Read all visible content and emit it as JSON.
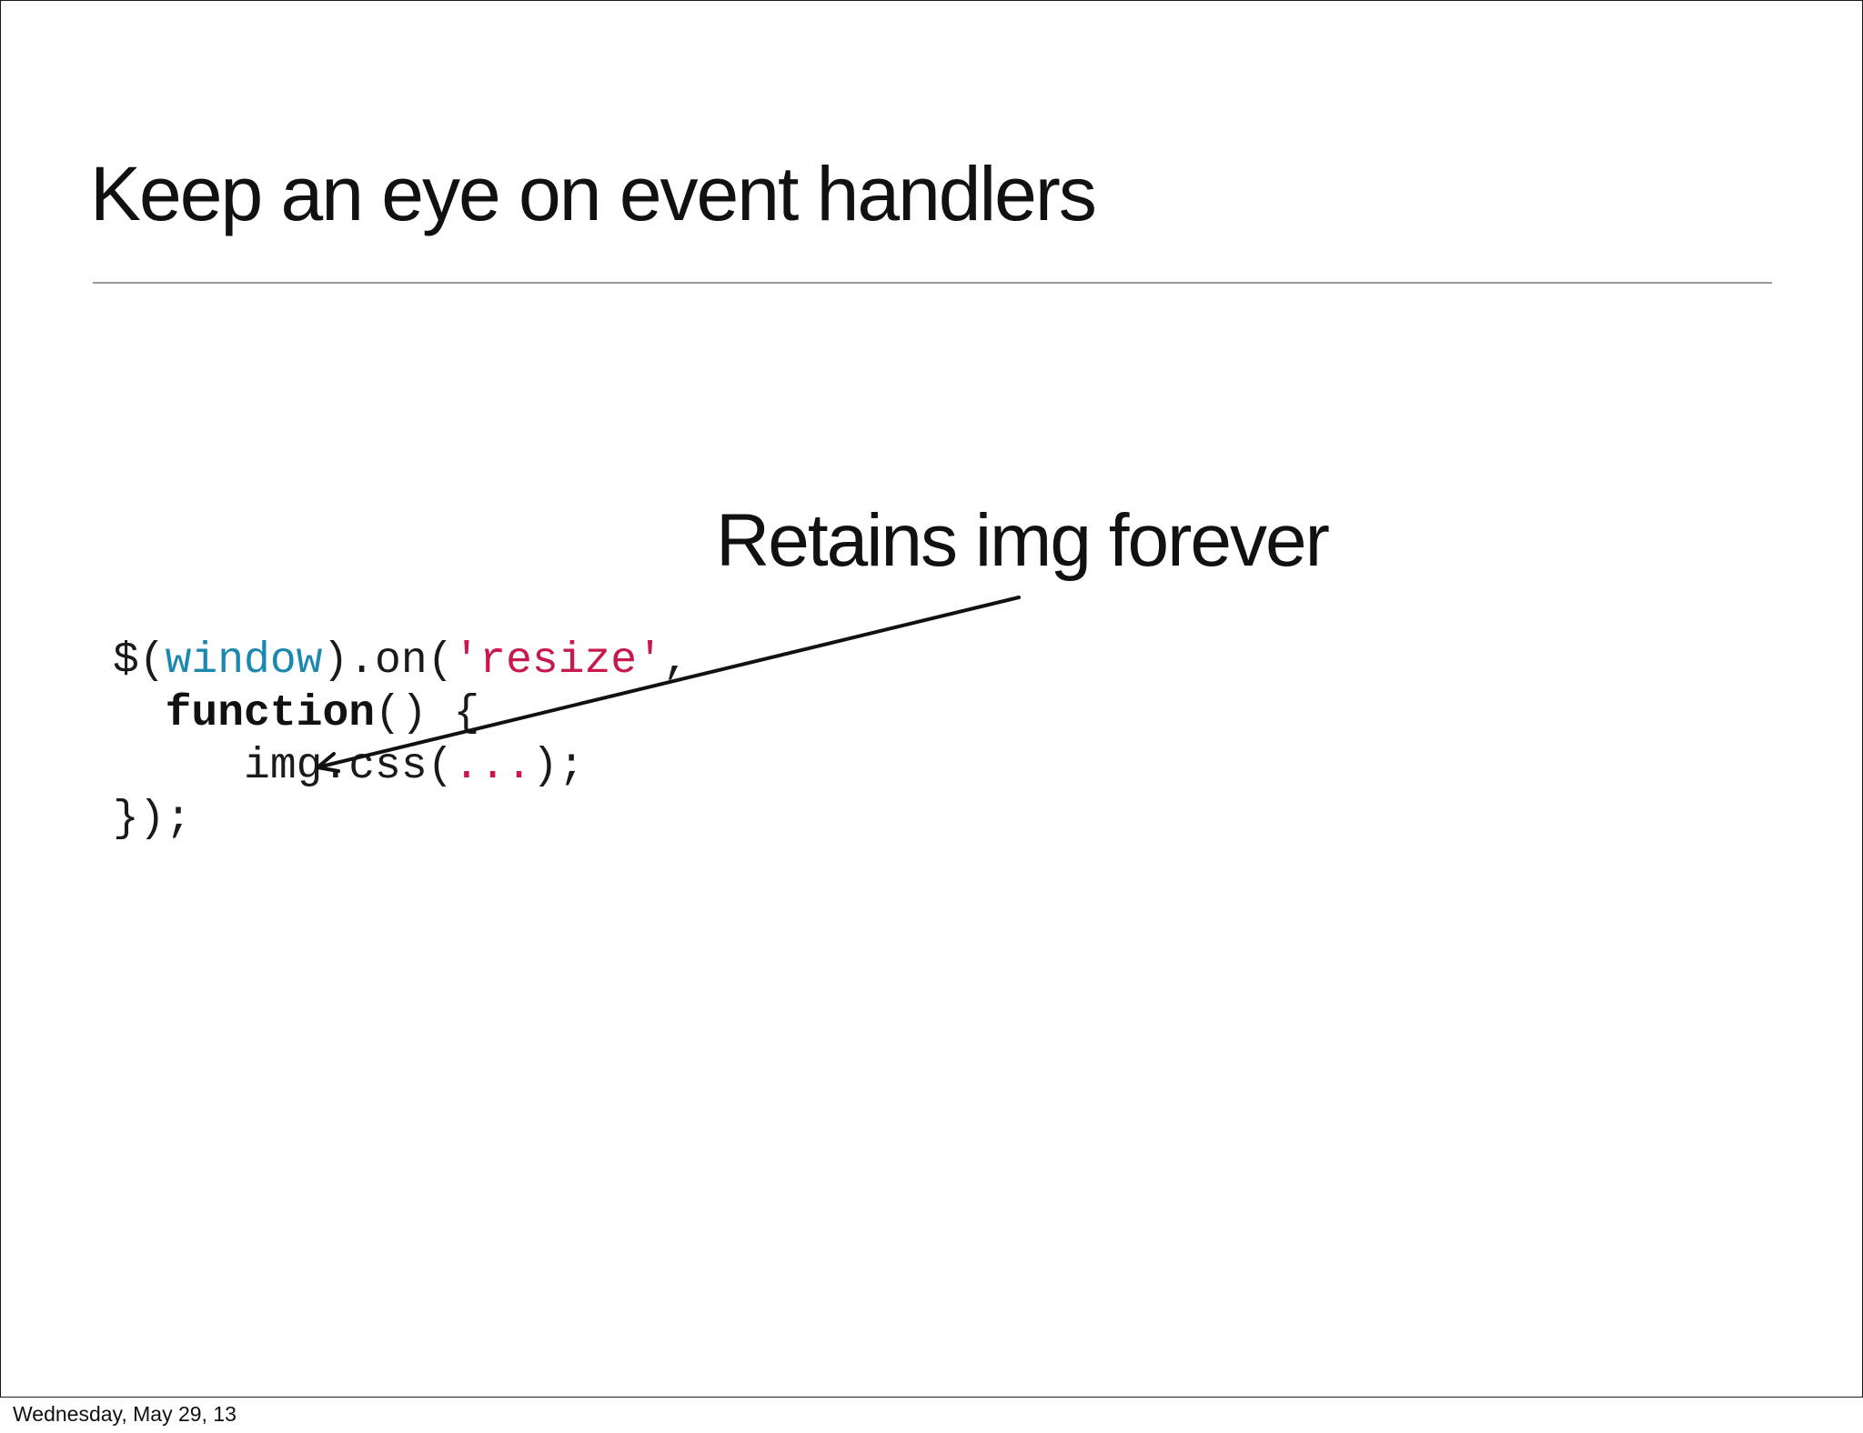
{
  "slide": {
    "title": "Keep an eye on event handlers",
    "callout": "Retains img forever",
    "code": {
      "line1": {
        "t1": "$(",
        "t2": "window",
        "t3": ").on(",
        "t4": "'resize'",
        "t5": ","
      },
      "line2": {
        "indent": "  ",
        "t1": "function",
        "t2": "() {"
      },
      "line3": {
        "indent": "     ",
        "t1": "img.css(",
        "t2": "...",
        "t3": ");"
      },
      "line4": {
        "t1": "});"
      }
    }
  },
  "footer": {
    "date": "Wednesday, May 29, 13"
  },
  "colors": {
    "identifier": "#1b88b0",
    "string": "#c8194c",
    "text": "#111111",
    "rule": "#9a9a9a"
  }
}
